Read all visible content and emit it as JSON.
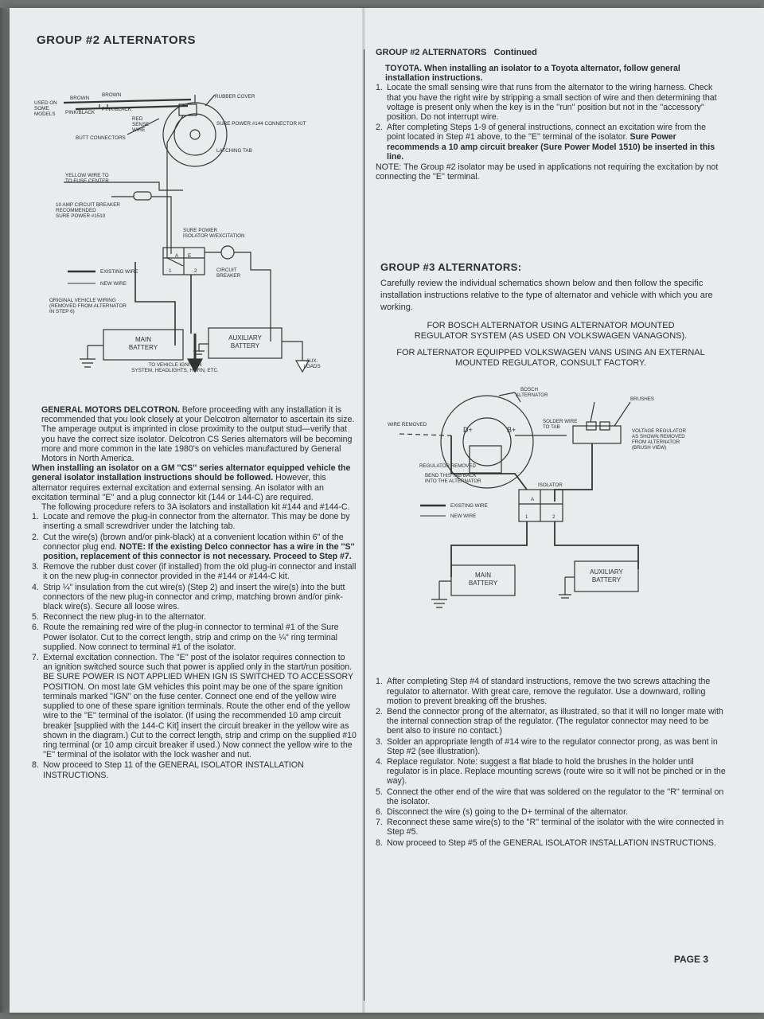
{
  "left": {
    "title": "GROUP #2 ALTERNATORS",
    "diagram": {
      "used_on_some_models": [
        "USED ON",
        "SOME",
        "MODELS"
      ],
      "brown_1": "BROWN",
      "brown_2": "BROWN",
      "pink_black_1": "PINK/BLACK",
      "pink_black_2": "PINK/BLACK",
      "rubber_cover": "RUBBER COVER",
      "red_sense_wire": [
        "RED",
        "SENSE",
        "WIRE"
      ],
      "sure_power_kit": "SURE POWER #144 CONNECTOR KIT",
      "butt_connectors": "BUTT CONNECTORS",
      "latching_tab": "LATCHING TAB",
      "yellow_wire": [
        "YELLOW WIRE TO",
        "TO FUSE CENTER"
      ],
      "breaker_label": [
        "10 AMP CIRCUIT BREAKER",
        "RECOMMENDED",
        "SURE POWER #1510"
      ],
      "isolator_label": [
        "SURE POWER",
        "ISOLATOR W/EXCITATION"
      ],
      "existing_wire": "EXISTING WIRE",
      "new_wire": "NEW WIRE",
      "circuit_breaker": [
        "CIRCUIT",
        "BREAKER"
      ],
      "original_wiring": [
        "ORIGINAL VEHICLE WIRING",
        "(REMOVED FROM ALTERNATOR",
        "IN STEP 6)"
      ],
      "terminal_a": "A",
      "terminal_e": "E",
      "terminal_1": "1",
      "terminal_2": "2",
      "main_battery": [
        "MAIN",
        "BATTERY"
      ],
      "aux_battery": [
        "AUXILIARY",
        "BATTERY"
      ],
      "to_vehicle": [
        "TO VEHICLE IGNITION",
        "SYSTEM, HEADLIGHTS, HORN, ETC."
      ],
      "aux_loads": [
        "AUX.",
        "LOADS"
      ]
    },
    "gm_title": "GENERAL MOTORS DELCOTRON.",
    "gm_intro": "Before proceeding with any installation it is recommended that you look closely at your Delcotron alternator to ascertain its size. The amperage output is imprinted in close proximity to the output stud—verify that you have the correct size isolator. Delcotron CS Series alternators will be becoming more and more common in the late 1980's on vehicles manufactured by General Motors in North America.",
    "cs_bold": "When installing an isolator on a GM ''CS'' series alternator equipped vehicle the general isolator installation instructions should be followed.",
    "cs_text": "However, this alternator requires external excitation and external sensing. An isolator with an excitation terminal ''E'' and a plug connector kit (144 or 144-C) are required.",
    "procedure_intro": "The following procedure refers to 3A isolators and installation kit #144 and #144-C.",
    "steps": [
      {
        "num": "1.",
        "text": "Locate and remove the plug-in connector from the alternator. This may be done by inserting a small screwdriver under the latching tab.",
        "bold": ""
      },
      {
        "num": "2.",
        "text": "Cut the wire(s) (brown and/or pink-black) at a convenient location within 6\" of the connector plug end.",
        "bold": "NOTE: If the existing Delco connector has a wire in the ''S'' position, replacement of this connector is not necessary. Proceed to Step #7."
      },
      {
        "num": "3.",
        "text": "Remove the rubber dust cover (if installed) from the old plug-in connector and install it on the new plug-in connector provided in the #144 or #144-C kit.",
        "bold": ""
      },
      {
        "num": "4.",
        "text": "Strip ¼\" insulation from the cut wire(s) (Step 2) and insert the wire(s) into the butt connectors of the new plug-in connector and crimp, matching brown and/or pink-black wire(s). Secure all loose wires.",
        "bold": ""
      },
      {
        "num": "5.",
        "text": "Reconnect the new plug-in to the alternator.",
        "bold": ""
      },
      {
        "num": "6.",
        "text": "Route the remaining red wire of the plug-in connector to terminal #1 of the Sure Power isolator. Cut to the correct length, strip and crimp on the ¼\" ring terminal supplied. Now connect to terminal #1 of the isolator.",
        "bold": ""
      },
      {
        "num": "7.",
        "text": "External excitation connection. The ''E'' post of the isolator requires connection to an ignition switched source such that power is applied only in the start/run position. BE SURE POWER IS NOT APPLIED WHEN IGN IS SWITCHED TO ACCESSORY POSITION. On most late GM vehicles this point may be one of the spare ignition terminals marked \"IGN\" on the fuse center. Connect one end of the yellow wire supplied to one of these spare ignition terminals. Route the other end of the yellow wire to the ''E'' terminal of the isolator. (If using the recommended 10 amp circuit breaker [supplied with the 144-C Kit] insert the circuit breaker in the yellow wire as shown in the diagram.) Cut to the correct length, strip and crimp on the supplied #10 ring terminal (or 10 amp circuit breaker if used.) Now connect the yellow wire to the ''E'' terminal of the isolator with the lock washer and nut.",
        "bold": ""
      },
      {
        "num": "8.",
        "text": "Now proceed to Step 11 of the GENERAL ISOLATOR INSTALLATION INSTRUCTIONS.",
        "bold": ""
      }
    ]
  },
  "right": {
    "title": "GROUP #2 ALTERNATORS   Continued",
    "toyota_bold": "TOYOTA. When installing an isolator to a Toyota alternator, follow general installation instructions.",
    "toyota_steps": [
      {
        "num": "1.",
        "text": "Locate the small sensing wire that runs from the alternator to the wiring harness. Check that you have the right wire by stripping a small section of wire and then determining that voltage is present only when the key is in the ''run'' position but not in the ''accessory'' position. Do not interrupt wire.",
        "bold": ""
      },
      {
        "num": "2.",
        "text": "After completing Steps 1-9 of general instructions, connect an excitation wire from the point located in Step #1 above, to the ''E'' terminal of the isolator.",
        "bold": "Sure Power recommends a 10 amp circuit breaker (Sure Power Model 1510) be inserted in this line."
      }
    ],
    "note": "NOTE: The Group #2 isolator may be used in applications not requiring the excitation by not connecting the ''E'' terminal.",
    "g3_title": "GROUP #3 ALTERNATORS:",
    "g3_intro": "Carefully review the individual schematics shown below and then follow the specific installation instructions relative to the type of alternator and vehicle with which you are working.",
    "bosch_heading": "FOR BOSCH ALTERNATOR USING ALTERNATOR MOUNTED REGULATOR SYSTEM (AS USED ON VOLKSWAGEN VANAGONS).",
    "vw_heading": "FOR ALTERNATOR EQUIPPED VOLKSWAGEN VANS USING AN EXTERNAL MOUNTED REGULATOR, CONSULT FACTORY.",
    "diagram": {
      "bosch": [
        "BOSCH",
        "ALTERNATOR"
      ],
      "wire_removed": "WIRE REMOVED",
      "d_plus": "D+",
      "b_plus": "B+",
      "solder_wire": [
        "SOLDER WIRE",
        "TO TAB"
      ],
      "brushes": "BRUSHES",
      "regulator_removed": "REGULATOR REMOVED",
      "bend_tab": [
        "BEND THIS TAB BACK",
        "INTO THE ALTERNATOR"
      ],
      "voltage_regulator": [
        "VOLTAGE REGULATOR",
        "AS SHOWN REMOVED",
        "FROM ALTERNATOR",
        "(BRUSH VIEW)"
      ],
      "isolator": "ISOLATOR",
      "terminal_a": "A",
      "terminal_1": "1",
      "terminal_2": "2",
      "existing_wire": "EXISTING WIRE",
      "new_wire": "NEW WIRE",
      "main_battery": [
        "MAIN",
        "BATTERY"
      ],
      "aux_battery": [
        "AUXILIARY",
        "BATTERY"
      ]
    },
    "g3_steps": [
      {
        "num": "1.",
        "text": "After completing Step #4 of standard instructions, remove the two screws attaching the regulator to alternator. With great care, remove the regulator. Use a downward, rolling motion to prevent breaking off the brushes."
      },
      {
        "num": "2.",
        "text": "Bend the connector prong of the alternator, as illustrated, so that it will no longer mate with the internal connection strap of the regulator. (The regulator connector may need to be bent also to insure no contact.)"
      },
      {
        "num": "3.",
        "text": "Solder an appropriate length of #14 wire to the regulator connector prong, as was bent in Step #2 (see illustration)."
      },
      {
        "num": "4.",
        "text": "Replace regulator. Note: suggest a flat blade to hold the brushes in the holder until regulator is in place. Replace mounting screws (route wire so it will not be pinched or in the way)."
      },
      {
        "num": "5.",
        "text": "Connect the other end of the wire that was soldered on the regulator to the ''R'' terminal on the isolator."
      },
      {
        "num": "6.",
        "text": "Disconnect the wire (s) going to the D+ terminal of the alternator."
      },
      {
        "num": "7.",
        "text": "Reconnect these same wire(s) to the ''R'' terminal of the isolator with the wire connected in Step #5."
      },
      {
        "num": "8.",
        "text": "Now proceed to Step #5 of the GENERAL ISOLATOR INSTALLATION INSTRUCTIONS."
      }
    ]
  },
  "footer": {
    "page": "PAGE 3"
  }
}
